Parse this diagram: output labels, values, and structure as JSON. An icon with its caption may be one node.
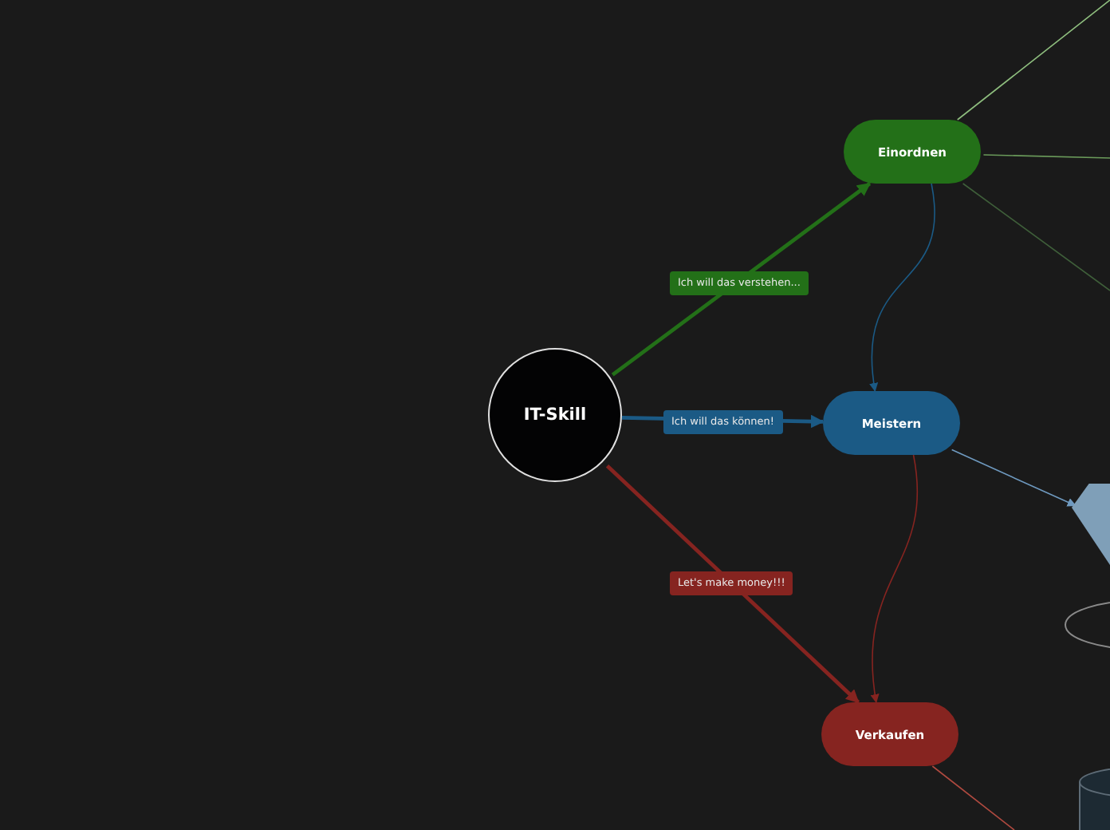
{
  "diagram": {
    "nodes": [
      {
        "text": [
          "IT-Skill"
        ]
      },
      {
        "text": [
          "Einordnen"
        ]
      },
      {
        "text": [
          "Meistern"
        ]
      },
      {
        "text": [
          "Verkaufen"
        ]
      },
      {
        "text": [],
        "shape": "hexagon"
      },
      {
        "text": [],
        "shape": "ellipse"
      },
      {
        "text": [],
        "shape": "cylinder"
      }
    ],
    "edges": [
      {
        "from": 0,
        "to": 1,
        "arrow": "to",
        "label": "Ich will das verstehen...",
        "style": "thick",
        "color": "#237018"
      },
      {
        "from": 0,
        "to": 2,
        "arrow": "to",
        "label": "Ich will das können!",
        "style": "thick",
        "color": "#1b5a85"
      },
      {
        "from": 0,
        "to": 3,
        "arrow": "to",
        "label": "Let's make money!!!",
        "style": "thick",
        "color": "#862420"
      },
      {
        "from": 1,
        "to": 2,
        "arrow": "to",
        "color": "#1b5a85"
      },
      {
        "from": 2,
        "to": 3,
        "arrow": "to",
        "color": "#862420"
      },
      {
        "from": 2,
        "to": 4,
        "arrow": "to",
        "color": "#6f9ac0"
      },
      {
        "from": 1,
        "to": null,
        "arrow": "none",
        "color": "#8fbf7f"
      },
      {
        "from": 1,
        "to": null,
        "arrow": "none",
        "color": "#6a9a5a"
      },
      {
        "from": 1,
        "to": null,
        "arrow": "none",
        "color": "#3f5f3a"
      },
      {
        "from": 3,
        "to": null,
        "arrow": "none",
        "color": "#b04a40"
      }
    ]
  }
}
